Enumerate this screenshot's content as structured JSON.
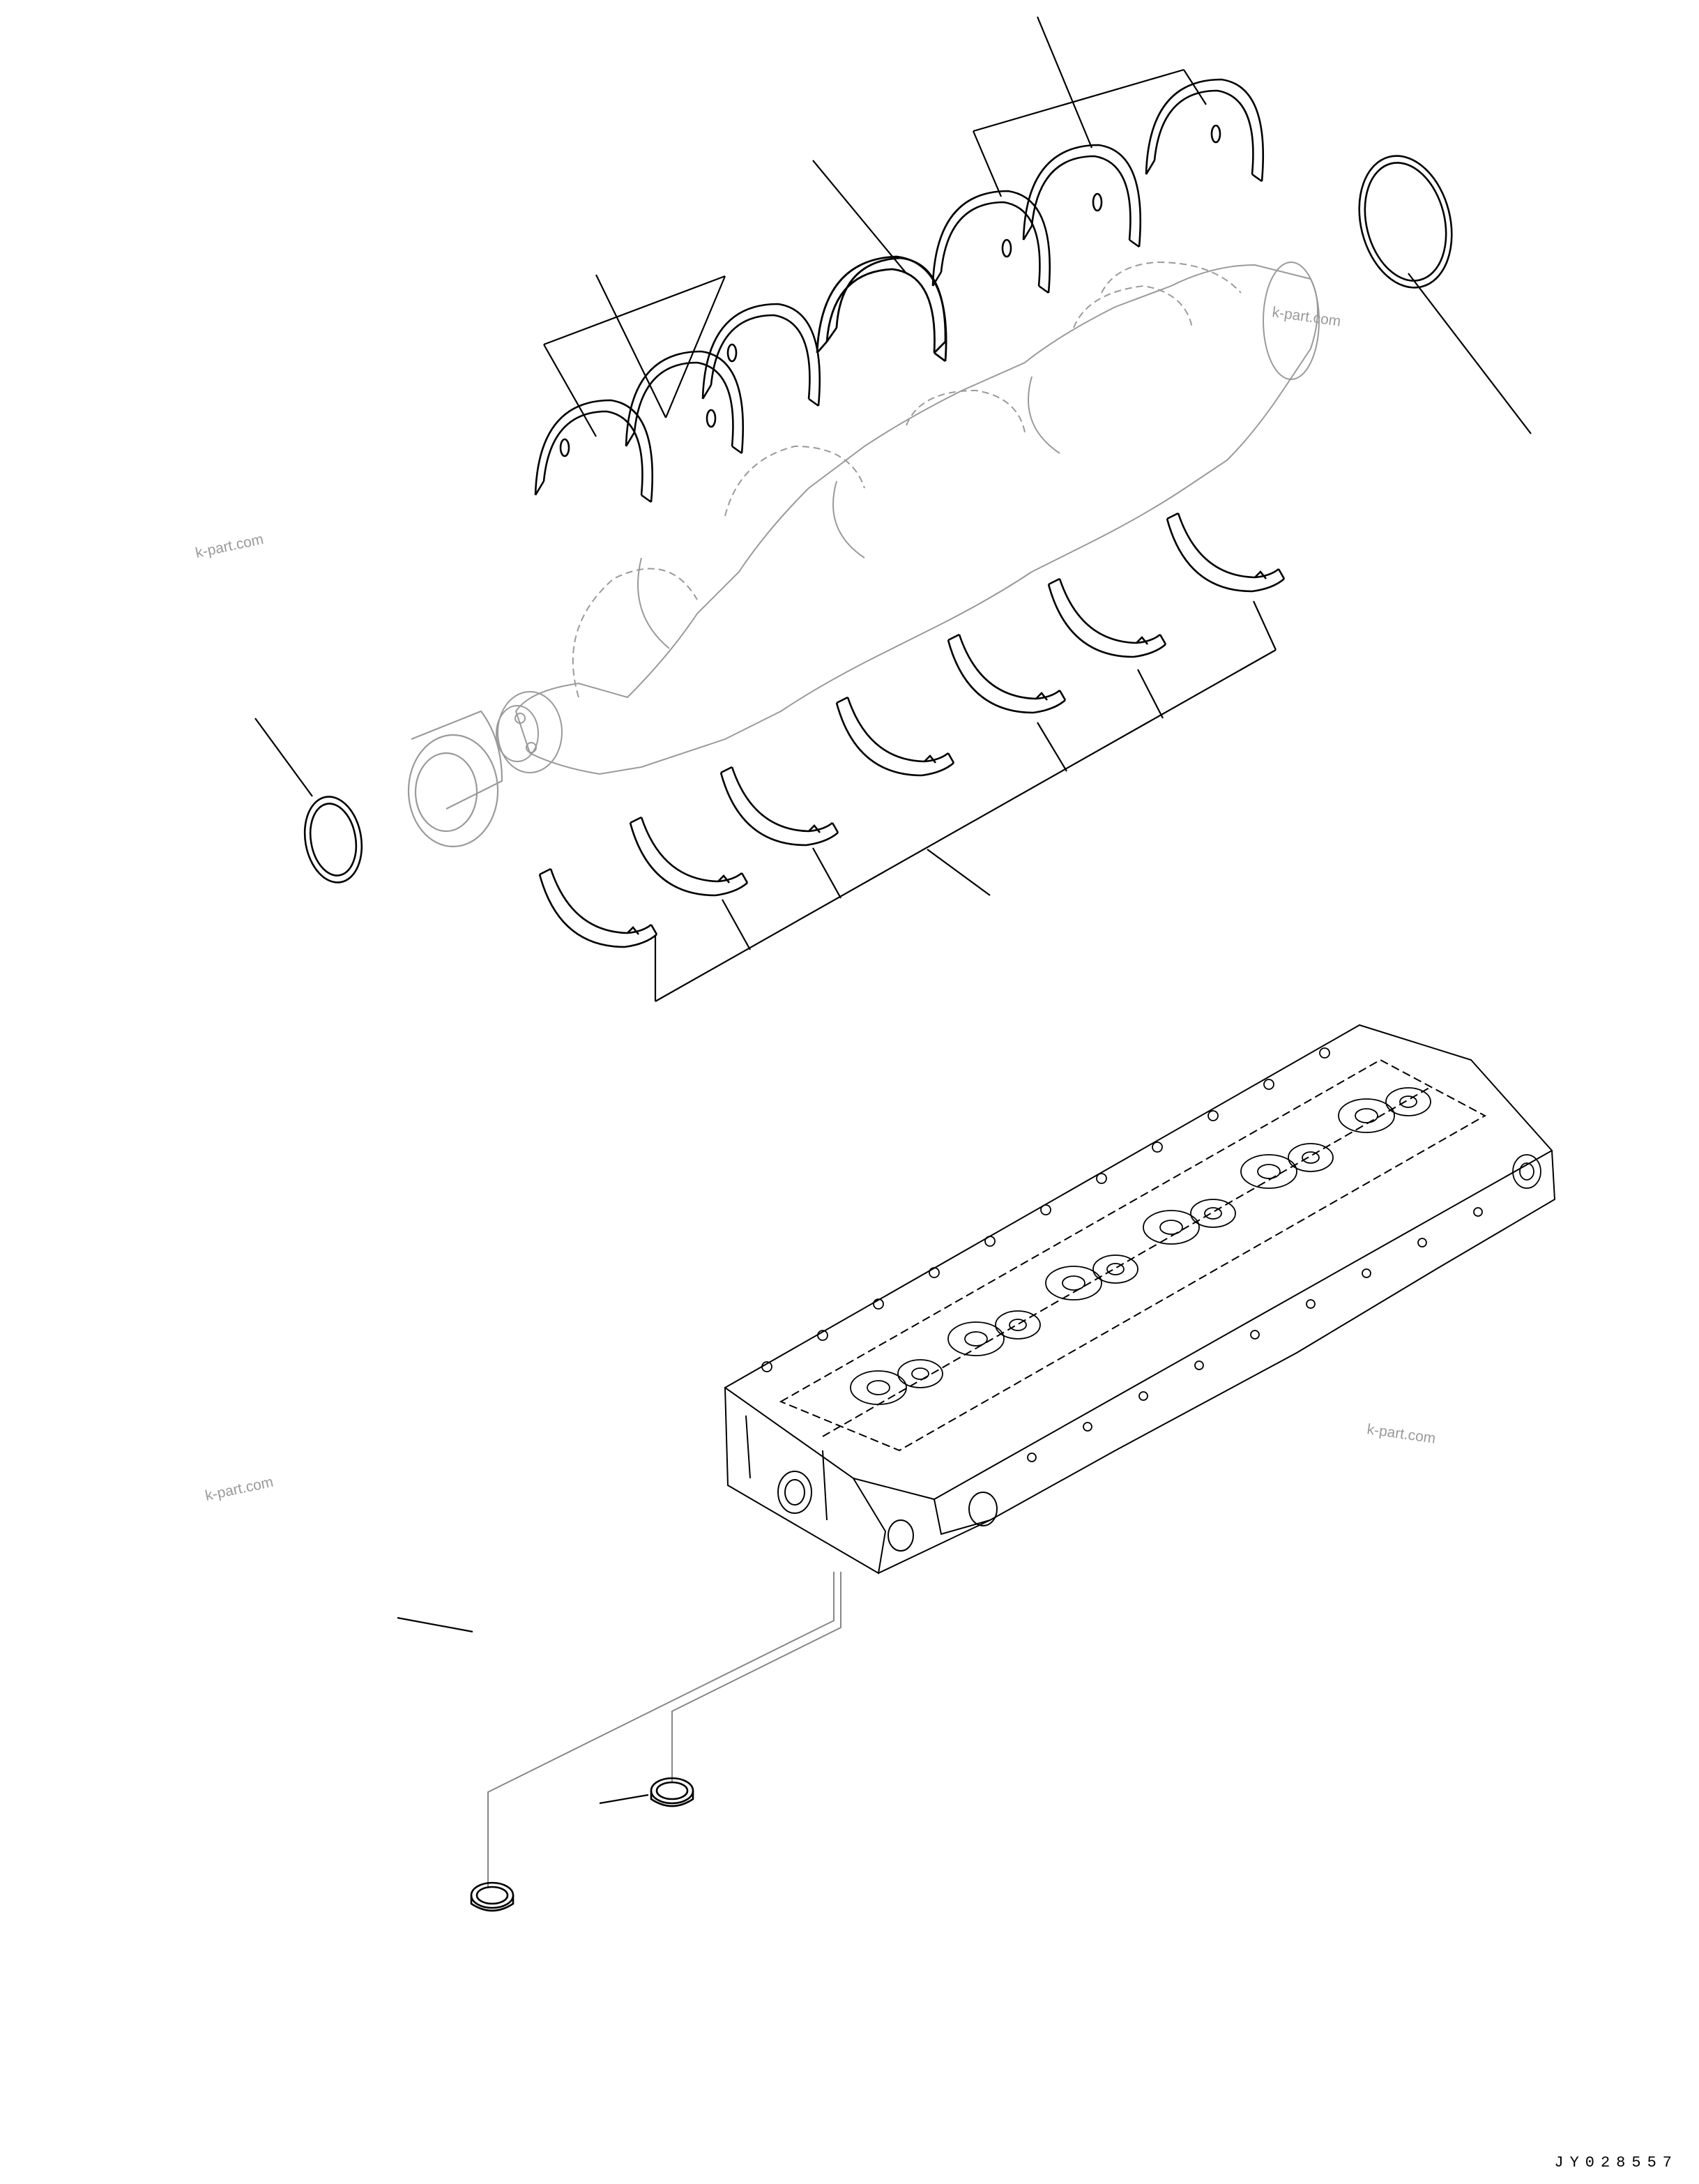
{
  "figure_code": "JY028557",
  "watermark": "k-part.com",
  "parts": {
    "upper_main_bearings": "upper main bearing shells (6)",
    "thrust_bearing": "thrust bearing shell",
    "lower_main_bearings": "lower main bearing shells (7)",
    "front_seal": "crankshaft front seal",
    "rear_seal": "crankshaft rear seal",
    "crankshaft": "crankshaft (reference)",
    "cylinder_head": "cylinder head (reference)",
    "head_plugs": "plugs / seals (2)"
  },
  "colors": {
    "line": "#000000",
    "reference_line": "#888888",
    "watermark": "#9a9a9a"
  }
}
